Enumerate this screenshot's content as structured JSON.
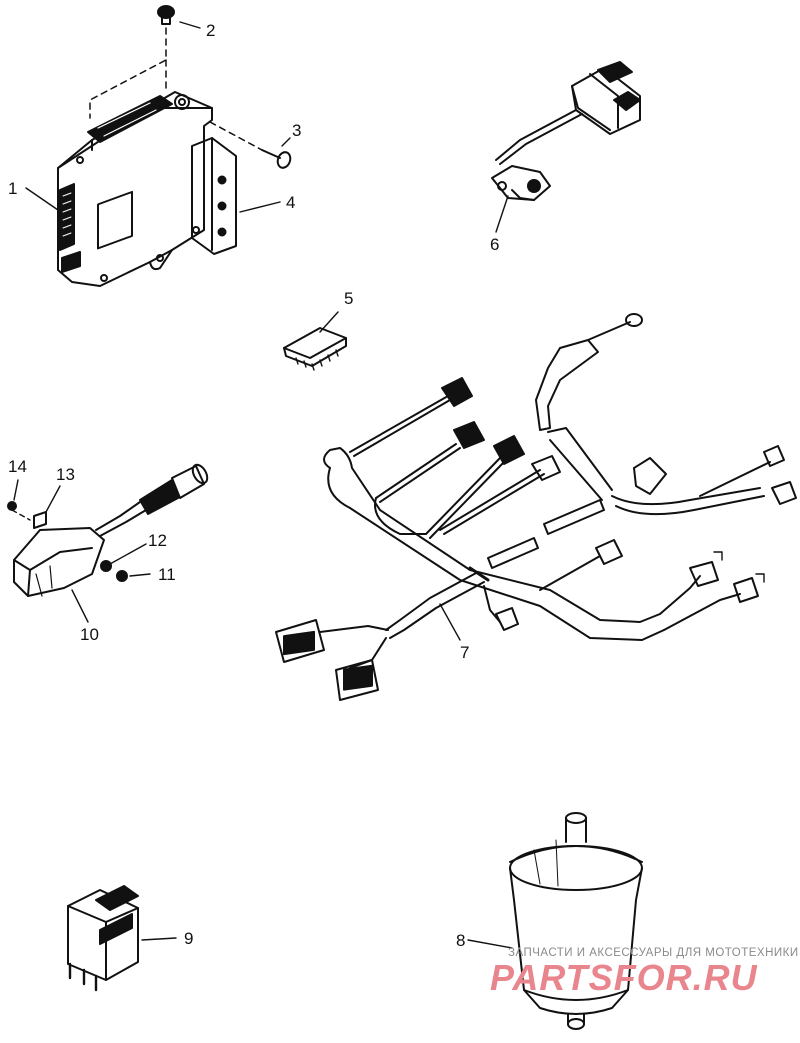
{
  "diagram": {
    "callouts": [
      {
        "id": "1",
        "text": "1"
      },
      {
        "id": "2",
        "text": "2"
      },
      {
        "id": "3",
        "text": "3"
      },
      {
        "id": "4",
        "text": "4"
      },
      {
        "id": "5",
        "text": "5"
      },
      {
        "id": "6",
        "text": "6"
      },
      {
        "id": "7",
        "text": "7"
      },
      {
        "id": "8",
        "text": "8"
      },
      {
        "id": "9",
        "text": "9"
      },
      {
        "id": "10",
        "text": "10"
      },
      {
        "id": "11",
        "text": "11"
      },
      {
        "id": "12",
        "text": "12"
      },
      {
        "id": "13",
        "text": "13"
      },
      {
        "id": "14",
        "text": "14"
      }
    ],
    "parts": [
      "ecu-module",
      "mounting-screw",
      "bracket-screw",
      "mounting-bracket",
      "chip",
      "sensor-with-connector",
      "wiring-harness",
      "fuel-filter",
      "relay",
      "sensor-assembly",
      "nut",
      "washer",
      "clip",
      "small-screw"
    ]
  },
  "watermark": {
    "tagline": "ЗАПЧАСТИ И АКСЕССУАРЫ ДЛЯ МОТОТЕХНИКИ",
    "logo": "PARTSFOR.RU"
  },
  "colors": {
    "ink": "#111111",
    "watermark_logo": "#e8858d",
    "watermark_text": "#8a8a8a"
  }
}
